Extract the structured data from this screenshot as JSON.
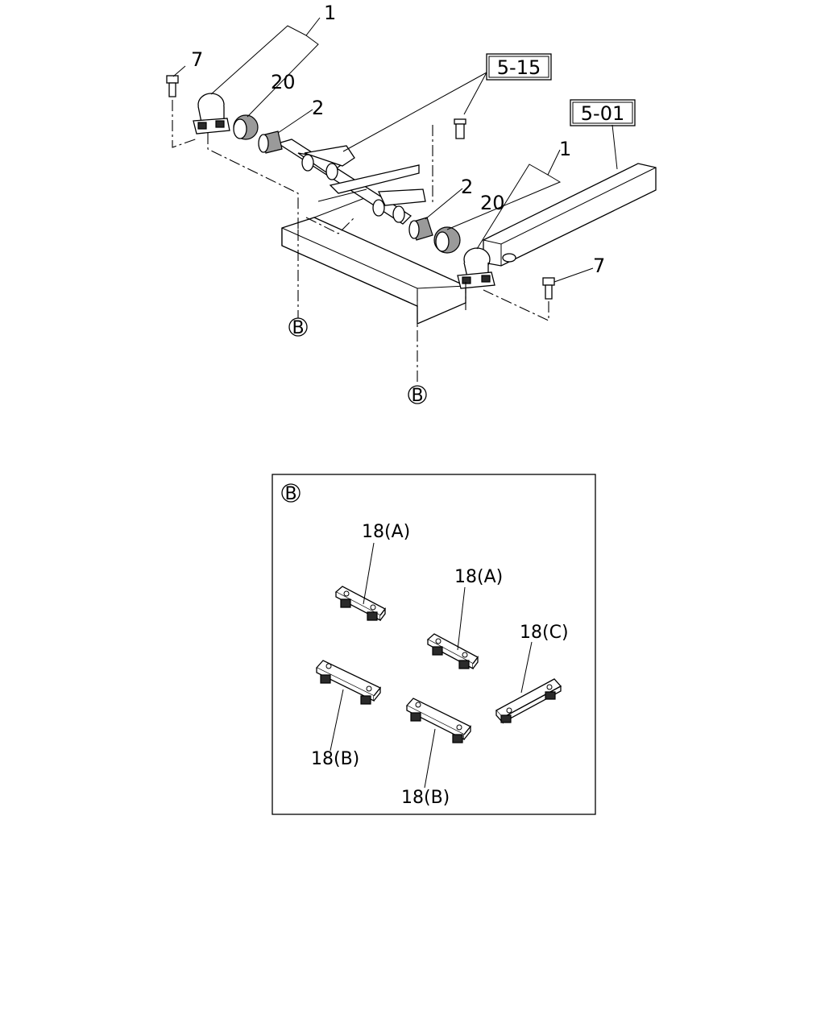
{
  "top_assembly": {
    "callouts": {
      "bolt_left": "7",
      "bracket_left": "1",
      "bushing_left_outer": "20",
      "bushing_left_inner": "2",
      "bracket_right": "1",
      "bushing_right_inner": "2",
      "bushing_right_outer": "20",
      "bolt_right": "7"
    },
    "references": {
      "ref_a": "5-15",
      "ref_b": "5-01"
    },
    "view_markers": [
      "B",
      "B"
    ]
  },
  "detail_view": {
    "marker": "B",
    "labels": [
      "18(A)",
      "18(A)",
      "18(C)",
      "18(B)",
      "18(B)"
    ]
  }
}
